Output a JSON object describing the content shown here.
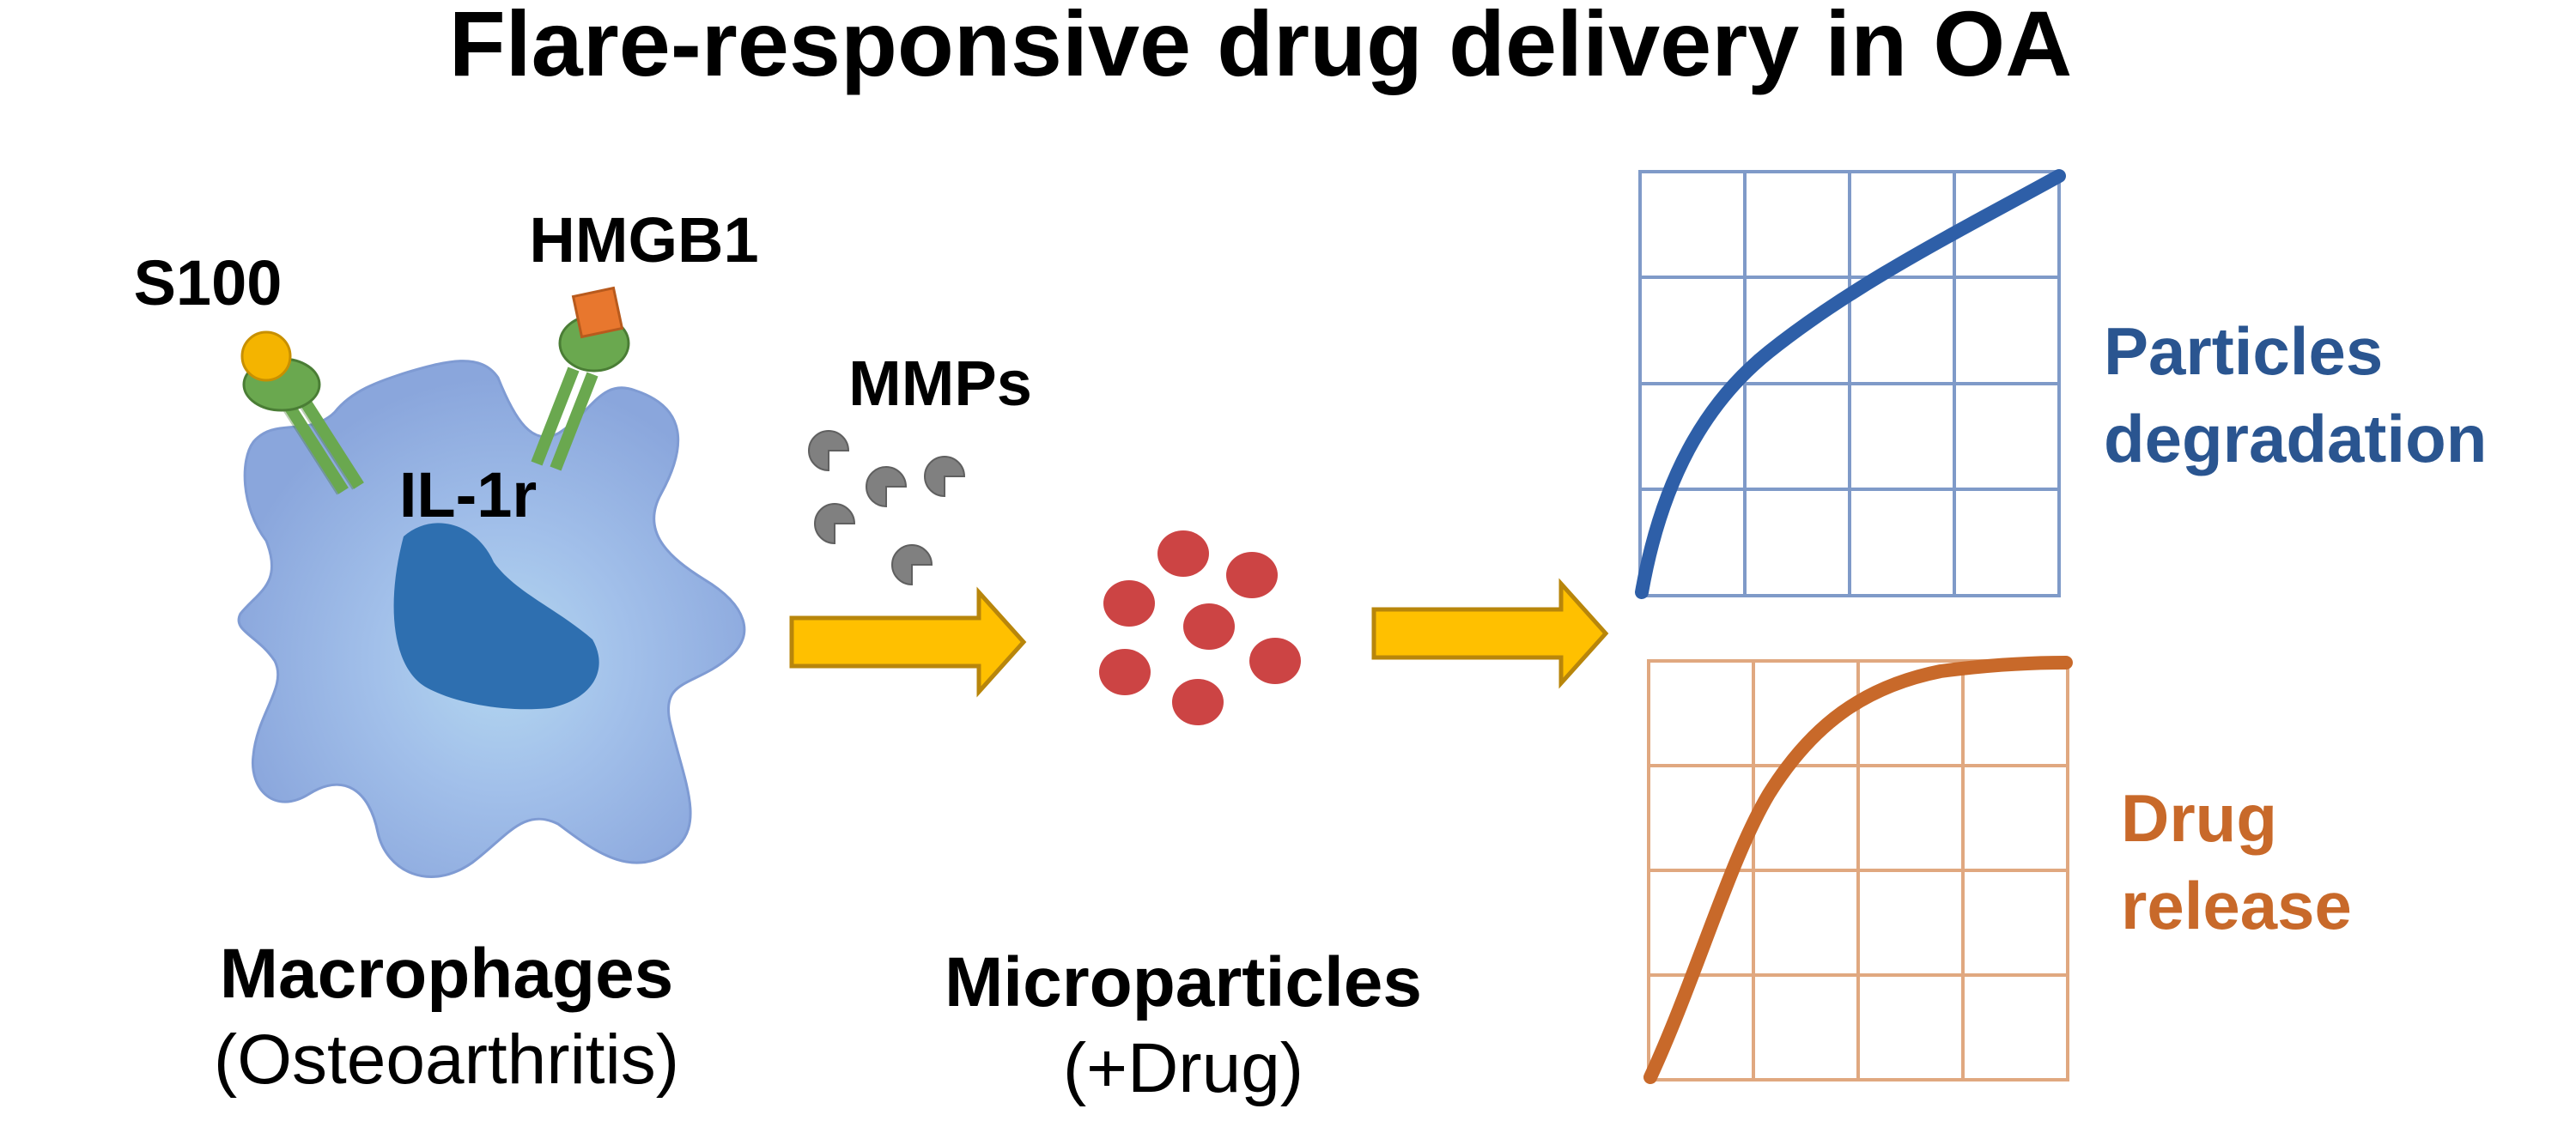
{
  "title": "Flare-responsive drug delivery in OA",
  "labels": {
    "s100": "S100",
    "hmgb1": "HMGB1",
    "il1r": "IL-1r",
    "mmps": "MMPs",
    "macrophages": "Macrophages",
    "osteoarthritis": "(Osteoarthritis)",
    "microparticles": "Microparticles",
    "drug_paren": "(+Drug)",
    "degradation_line1": "Particles",
    "degradation_line2": "degradation",
    "release_line1": "Drug",
    "release_line2": "release"
  },
  "colors": {
    "cell_body": "#8aa6dc",
    "nucleus": "#2e6fb0",
    "receptor": "#6aa84f",
    "s100_ligand": "#f4b400",
    "hmgb1_ligand": "#e8772e",
    "enzyme": "#808080",
    "particle": "#cc4444",
    "arrow_fill": "#ffc000",
    "arrow_stroke": "#b8860b",
    "degradation": "#2e5fa8",
    "degradation_label": "#2a5590",
    "degradation_grid": "#7f9ac8",
    "release": "#c8692a",
    "release_label": "#c8692a",
    "release_grid": "#e0a880"
  },
  "icons": [
    "macrophage-cell",
    "receptor",
    "mmp-enzyme",
    "microparticle",
    "flow-arrow",
    "plot-grid"
  ]
}
